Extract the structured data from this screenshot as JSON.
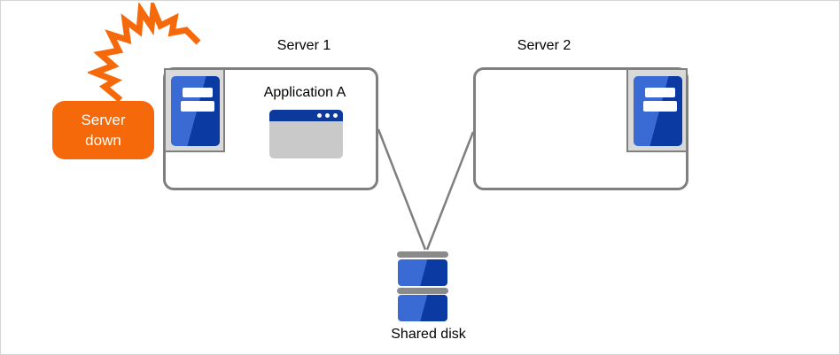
{
  "diagram": {
    "alert": {
      "line1": "Server",
      "line2": "down"
    },
    "servers": [
      {
        "name": "Server 1",
        "application": "Application A"
      },
      {
        "name": "Server 2"
      }
    ],
    "shared_disk": {
      "label": "Shared disk"
    },
    "icons": {
      "crash": "crash-lightning-icon",
      "server": "server-tower-icon",
      "application": "application-window-icon",
      "disk": "storage-disk-icon"
    },
    "colors": {
      "alert_orange": "#F6690A",
      "server_blue_light": "#3A6BD5",
      "server_blue_dark": "#0C3AA3",
      "app_titlebar_blue": "#0B3A9C",
      "box_border_gray": "#7F7F7F",
      "frame_gray": "#D9D9D9",
      "app_body_gray": "#C9C9C9",
      "disk_bar_gray": "#8A8A8A",
      "connector_gray": "#7F7F7F",
      "canvas_border": "#D5D5D5"
    }
  }
}
